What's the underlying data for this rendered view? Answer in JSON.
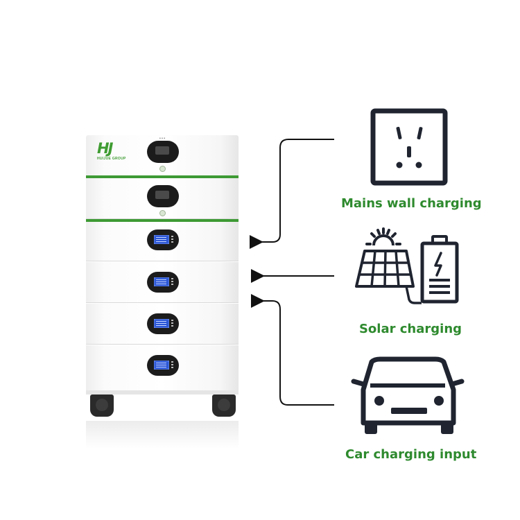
{
  "logo": {
    "mark": "HJ",
    "text": "HUIJUE GROUP"
  },
  "inputs": [
    {
      "name": "mains",
      "label": "Mains wall charging",
      "icon": "wall-socket-icon"
    },
    {
      "name": "solar",
      "label": "Solar charging",
      "icon": "solar-panel-battery-icon"
    },
    {
      "name": "car",
      "label": "Car charging input",
      "icon": "car-icon"
    }
  ],
  "colors": {
    "label_green": "#2e8a2e",
    "stripe_green": "#3d9a34",
    "icon_dark": "#1f2430",
    "lcd_blue": "#2a55d6"
  }
}
